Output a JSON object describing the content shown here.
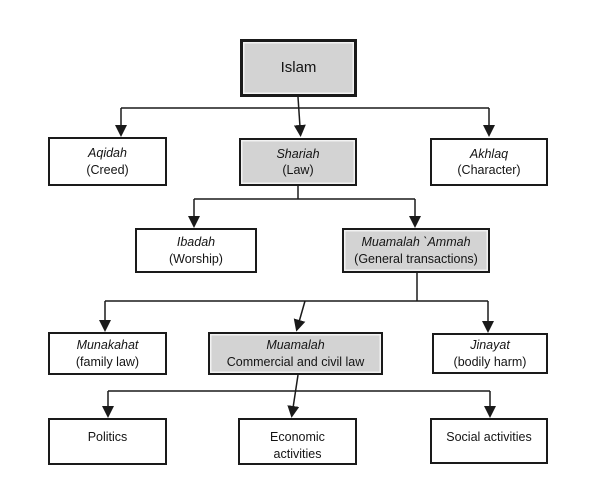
{
  "diagram": {
    "background": "#ffffff",
    "line_color": "#1a1a1a",
    "gray_fill": "#d3d3d3",
    "nodes": {
      "islam": {
        "line1": "Islam"
      },
      "aqidah": {
        "line1": "Aqidah",
        "line2": "(Creed)"
      },
      "shariah": {
        "line1": "Shariah",
        "line2": "(Law)"
      },
      "akhlaq": {
        "line1": "Akhlaq",
        "line2": "(Character)"
      },
      "ibadah": {
        "line1": "Ibadah",
        "line2": "(Worship)"
      },
      "muamalah_ammah": {
        "line1": "Muamalah `Ammah",
        "line2": "(General transactions)"
      },
      "munakahat": {
        "line1": "Munakahat",
        "line2": "(family law)"
      },
      "muamalah": {
        "line1": "Muamalah",
        "line2": "Commercial and civil law"
      },
      "jinayat": {
        "line1": "Jinayat",
        "line2": "(bodily harm)"
      },
      "politics": {
        "line1": "Politics"
      },
      "economic": {
        "line1": "Economic",
        "line2": "activities"
      },
      "social": {
        "line1": "Social activities"
      }
    },
    "edges": [
      {
        "from": "Islam",
        "to": "Aqidah"
      },
      {
        "from": "Islam",
        "to": "Shariah"
      },
      {
        "from": "Islam",
        "to": "Akhlaq"
      },
      {
        "from": "Shariah",
        "to": "Ibadah"
      },
      {
        "from": "Shariah",
        "to": "Muamalah `Ammah"
      },
      {
        "from": "Muamalah `Ammah",
        "to": "Munakahat"
      },
      {
        "from": "Muamalah `Ammah",
        "to": "Muamalah"
      },
      {
        "from": "Muamalah `Ammah",
        "to": "Jinayat"
      },
      {
        "from": "Muamalah",
        "to": "Politics"
      },
      {
        "from": "Muamalah",
        "to": "Economic activities"
      },
      {
        "from": "Muamalah",
        "to": "Social activities"
      }
    ]
  }
}
